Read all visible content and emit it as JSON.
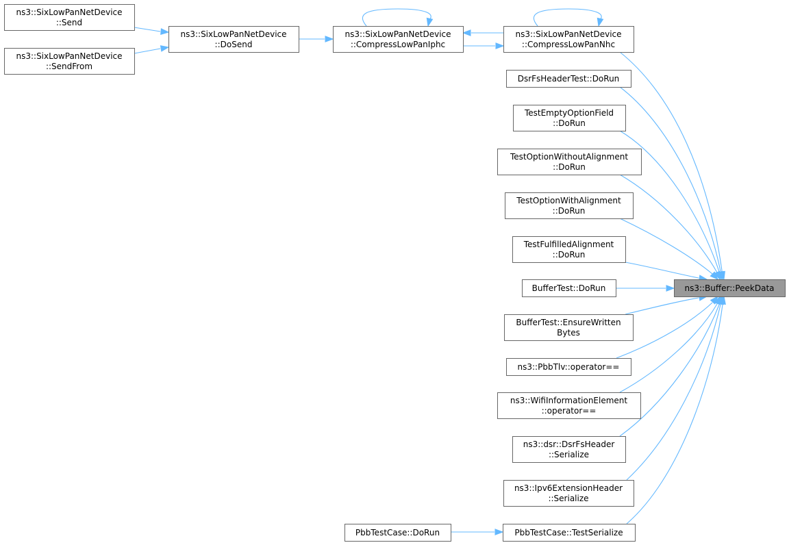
{
  "diagram": {
    "nodes": [
      {
        "id": "peekdata",
        "lines": [
          "ns3::Buffer::PeekData"
        ],
        "focus": true
      },
      {
        "id": "send",
        "lines": [
          "ns3::SixLowPanNetDevice",
          "::Send"
        ]
      },
      {
        "id": "sendfrom",
        "lines": [
          "ns3::SixLowPanNetDevice",
          "::SendFrom"
        ]
      },
      {
        "id": "dosend",
        "lines": [
          "ns3::SixLowPanNetDevice",
          "::DoSend"
        ]
      },
      {
        "id": "compressiphc",
        "lines": [
          "ns3::SixLowPanNetDevice",
          "::CompressLowPanIphc"
        ]
      },
      {
        "id": "compressnhc",
        "lines": [
          "ns3::SixLowPanNetDevice",
          "::CompressLowPanNhc"
        ]
      },
      {
        "id": "dsrfsheadertest",
        "lines": [
          "DsrFsHeaderTest::DoRun"
        ]
      },
      {
        "id": "testemptyoption",
        "lines": [
          "TestEmptyOptionField",
          "::DoRun"
        ]
      },
      {
        "id": "testoptionwithout",
        "lines": [
          "TestOptionWithoutAlignment",
          "::DoRun"
        ]
      },
      {
        "id": "testoptionwith",
        "lines": [
          "TestOptionWithAlignment",
          "::DoRun"
        ]
      },
      {
        "id": "testfulfilled",
        "lines": [
          "TestFulfilledAlignment",
          "::DoRun"
        ]
      },
      {
        "id": "buffertestdorun",
        "lines": [
          "BufferTest::DoRun"
        ]
      },
      {
        "id": "buffertestensure",
        "lines": [
          "BufferTest::EnsureWritten",
          "Bytes"
        ]
      },
      {
        "id": "pbbtlv",
        "lines": [
          "ns3::PbbTlv::operator=="
        ]
      },
      {
        "id": "wifiinfo",
        "lines": [
          "ns3::WifiInformationElement",
          "::operator=="
        ]
      },
      {
        "id": "dsrfsheader",
        "lines": [
          "ns3::dsr::DsrFsHeader",
          "::Serialize"
        ]
      },
      {
        "id": "ipv6ext",
        "lines": [
          "ns3::Ipv6ExtensionHeader",
          "::Serialize"
        ]
      },
      {
        "id": "pbbtestdorun",
        "lines": [
          "PbbTestCase::DoRun"
        ]
      },
      {
        "id": "pbbtestserialize",
        "lines": [
          "PbbTestCase::TestSerialize"
        ]
      }
    ],
    "edges": [
      {
        "from": "send",
        "to": "dosend"
      },
      {
        "from": "sendfrom",
        "to": "dosend"
      },
      {
        "from": "dosend",
        "to": "compressiphc"
      },
      {
        "from": "compressiphc",
        "to": "compressiphc"
      },
      {
        "from": "compressiphc",
        "to": "compressnhc"
      },
      {
        "from": "compressnhc",
        "to": "compressiphc"
      },
      {
        "from": "compressnhc",
        "to": "compressnhc"
      },
      {
        "from": "compressnhc",
        "to": "peekdata"
      },
      {
        "from": "dsrfsheadertest",
        "to": "peekdata"
      },
      {
        "from": "testemptyoption",
        "to": "peekdata"
      },
      {
        "from": "testoptionwithout",
        "to": "peekdata"
      },
      {
        "from": "testoptionwith",
        "to": "peekdata"
      },
      {
        "from": "testfulfilled",
        "to": "peekdata"
      },
      {
        "from": "buffertestdorun",
        "to": "peekdata"
      },
      {
        "from": "buffertestensure",
        "to": "peekdata"
      },
      {
        "from": "pbbtlv",
        "to": "peekdata"
      },
      {
        "from": "wifiinfo",
        "to": "peekdata"
      },
      {
        "from": "dsrfsheader",
        "to": "peekdata"
      },
      {
        "from": "ipv6ext",
        "to": "peekdata"
      },
      {
        "from": "pbbtestserialize",
        "to": "peekdata"
      },
      {
        "from": "pbbtestdorun",
        "to": "pbbtestserialize"
      }
    ],
    "colors": {
      "edge": "#63b8ff",
      "node_border": "#666666",
      "focus_fill": "#999999"
    }
  }
}
